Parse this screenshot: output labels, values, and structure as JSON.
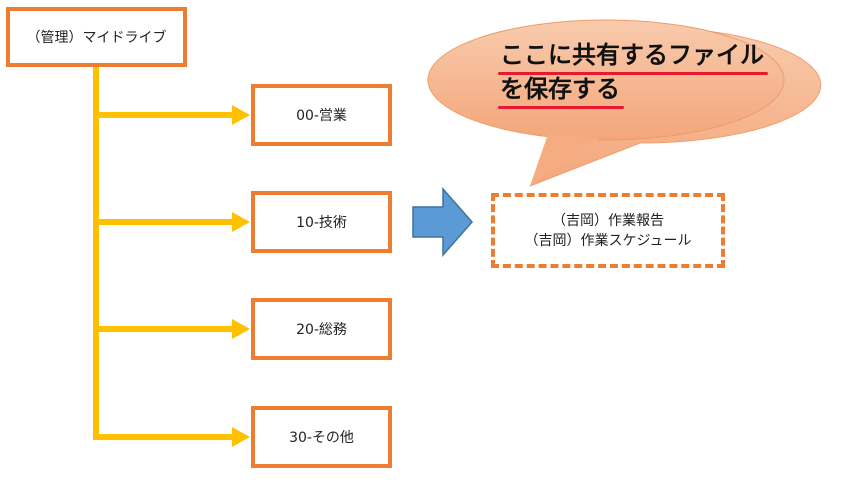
{
  "root": {
    "label": "（管理）マイドライブ"
  },
  "folders": [
    {
      "label": "00-営業"
    },
    {
      "label": "10-技術"
    },
    {
      "label": "20-総務"
    },
    {
      "label": "30-その他"
    }
  ],
  "files": [
    {
      "label": "（吉岡）作業報告"
    },
    {
      "label": "（吉岡）作業スケジュール"
    }
  ],
  "callout": {
    "line1": "ここに共有するファイル",
    "line2": "を保存する"
  },
  "colors": {
    "box_border": "#ED7D31",
    "connector": "#FFC000",
    "arrow": "#5B9BD5",
    "callout_fill": "#F4B183",
    "underline": "#E8182F"
  }
}
